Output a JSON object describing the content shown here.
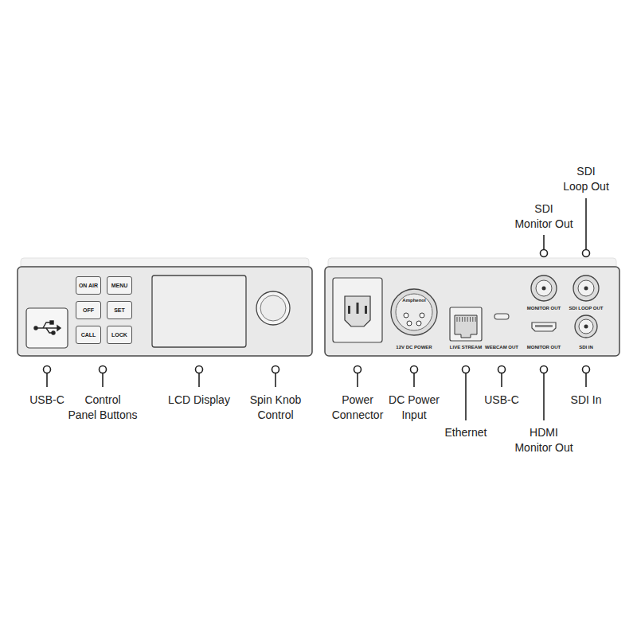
{
  "diagram": {
    "nodes": [
      {
        "text": [
          "ON AIR"
        ]
      },
      {
        "text": [
          "MENU"
        ]
      },
      {
        "text": [
          "OFF"
        ]
      },
      {
        "text": [
          "SET"
        ]
      },
      {
        "text": [
          "CALL"
        ]
      },
      {
        "text": [
          "LOCK"
        ]
      }
    ],
    "labels": [
      "SDI Loop Out",
      "SDI Monitor Out",
      "USB-C",
      "Control Panel Buttons",
      "LCD Display",
      "Spin Knob Control",
      "Power Connector",
      "DC Power Input",
      "USB-C",
      "SDI In",
      "Ethernet",
      "HDMI Monitor Out",
      "Amphenol",
      "12V DC POWER",
      "LIVE STREAM",
      "WEBCAM OUT",
      "MONITOR OUT",
      "MONITOR OUT",
      "SDI LOOP OUT",
      "SDI IN"
    ]
  }
}
